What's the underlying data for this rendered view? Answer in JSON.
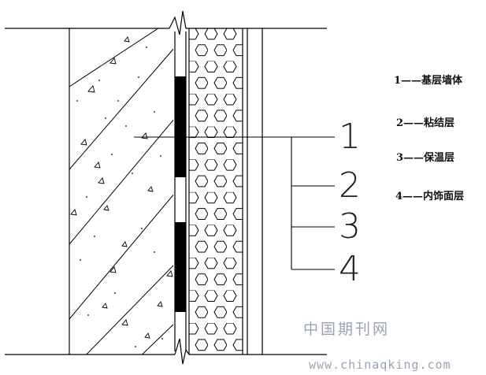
{
  "callouts": [
    "1",
    "2",
    "3",
    "4"
  ],
  "legend": [
    "1——基层墙体",
    "2——粘结层",
    "3——保温层",
    "4——内饰面层"
  ],
  "watermark": {
    "chinese": "中国期刊网",
    "url": "www.chinaqking.com"
  },
  "colors": {
    "line": "#000000",
    "adhesive": "#000000",
    "watermark": "#9aa3b0"
  }
}
